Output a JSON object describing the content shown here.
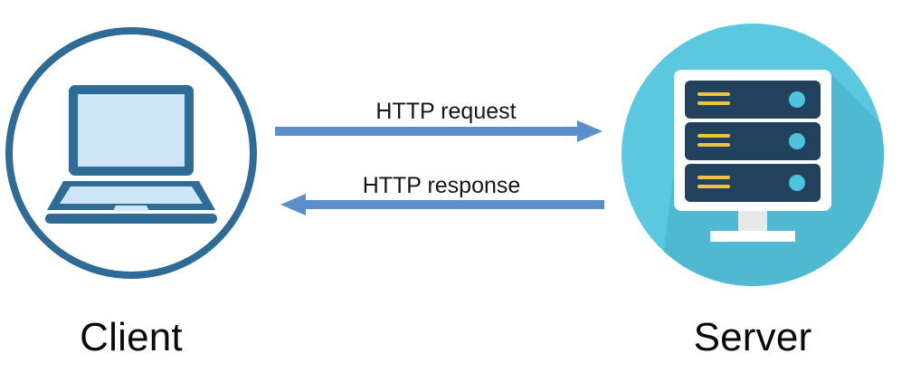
{
  "diagram": {
    "title": "Client-Server HTTP request/response diagram",
    "background": "#ffffff",
    "colors": {
      "client_stroke": "#2E6C97",
      "client_screen_fill": "#CCE6F7",
      "server_circle": "#5BC8E0",
      "server_shadow": "#4FB9D2",
      "server_rack": "#22415C",
      "server_rack_border": "#FFFFFF",
      "server_led": "#4FC3DD",
      "server_lines": "#EFC33D",
      "server_stand": "#E8E8E8",
      "arrow": "#5B8FC9",
      "text": "#0a0a0a"
    }
  },
  "nodes": {
    "client": {
      "label": "Client",
      "icon": "laptop-icon"
    },
    "server": {
      "label": "Server",
      "icon": "server-rack-icon",
      "rack_units": 3
    }
  },
  "arrows": [
    {
      "id": "request",
      "label": "HTTP request",
      "direction": "client-to-server",
      "arrowhead": "right"
    },
    {
      "id": "response",
      "label": "HTTP response",
      "direction": "server-to-client",
      "arrowhead": "left"
    }
  ]
}
